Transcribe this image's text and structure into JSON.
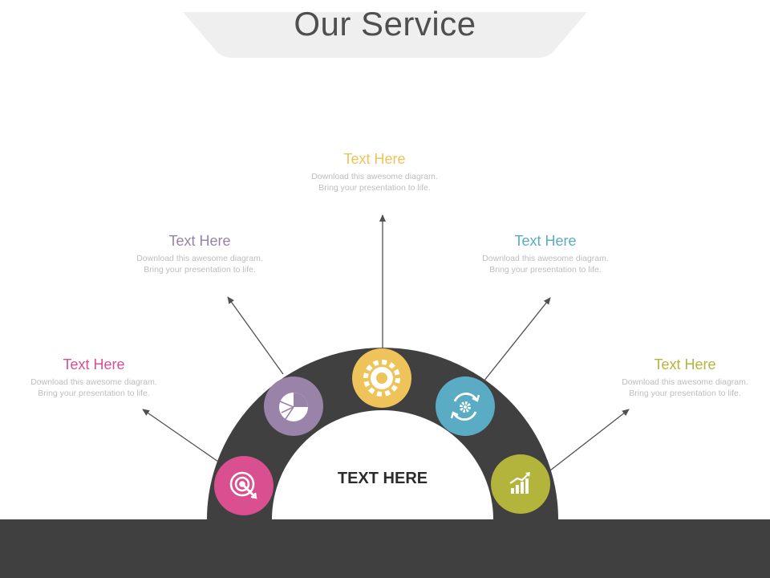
{
  "title": "Our Service",
  "center_label": "TEXT HERE",
  "colors": {
    "arc": "#404040",
    "footer": "#404040",
    "title_tab": "#efefef",
    "arrow": "#505050",
    "pink": "#d94f8f",
    "purple": "#9a83a8",
    "gold": "#eec45a",
    "teal": "#5aabc4",
    "olive": "#b3b43c",
    "description": "#bdbdbd"
  },
  "items": [
    {
      "heading": "Text Here",
      "description_line1": "Download this awesome diagram.",
      "description_line2": "Bring your presentation to life.",
      "color": "#d94f8f",
      "icon": "target-icon"
    },
    {
      "heading": "Text Here",
      "description_line1": "Download this awesome diagram.",
      "description_line2": "Bring your presentation to life.",
      "color": "#9a83a8",
      "icon": "pie-chart-icon"
    },
    {
      "heading": "Text Here",
      "description_line1": "Download this awesome diagram.",
      "description_line2": "Bring your presentation to life.",
      "color": "#eec45a",
      "icon": "gear-icon"
    },
    {
      "heading": "Text Here",
      "description_line1": "Download this awesome diagram.",
      "description_line2": "Bring your presentation to life.",
      "color": "#5aabc4",
      "icon": "refresh-gear-icon"
    },
    {
      "heading": "Text Here",
      "description_line1": "Download this awesome diagram.",
      "description_line2": "Bring your presentation to life.",
      "color": "#b3b43c",
      "icon": "growth-chart-icon"
    }
  ]
}
